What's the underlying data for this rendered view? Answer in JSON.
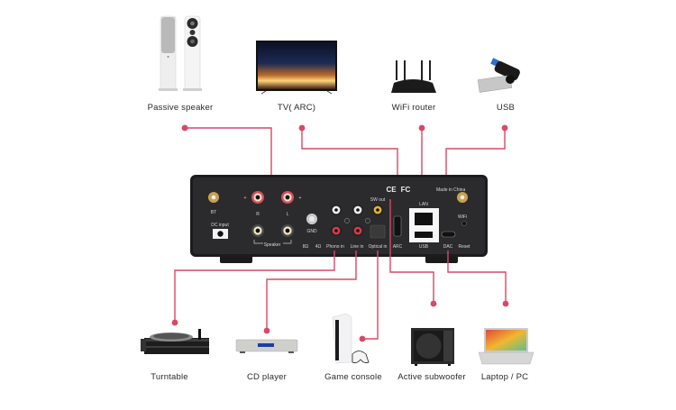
{
  "colors": {
    "connector": "#d94867",
    "device_body": "#1f1f21",
    "panel": "#2a2a2c"
  },
  "top_devices": [
    {
      "id": "passive-speaker",
      "label": "Passive speaker",
      "icon": "floor-speakers-icon"
    },
    {
      "id": "tv",
      "label": "TV( ARC)",
      "icon": "tv-icon"
    },
    {
      "id": "wifi-router",
      "label": "WiFi router",
      "icon": "router-icon"
    },
    {
      "id": "usb",
      "label": "USB",
      "icon": "usb-stick-icon"
    }
  ],
  "bottom_devices": [
    {
      "id": "turntable",
      "label": "Turntable",
      "icon": "turntable-icon"
    },
    {
      "id": "cd-player",
      "label": "CD player",
      "icon": "cd-player-icon"
    },
    {
      "id": "game-console",
      "label": "Game console",
      "icon": "game-console-icon"
    },
    {
      "id": "active-subwoofer",
      "label": "Active subwoofer",
      "icon": "subwoofer-icon"
    },
    {
      "id": "laptop",
      "label": "Laptop / PC",
      "icon": "laptop-icon"
    }
  ],
  "panel": {
    "bt": "BT",
    "wifi": "WiFi",
    "dc_input": "DC input",
    "speaker": "Speaker",
    "gnd": "GND",
    "ohm8": "8Ω",
    "ohm4": "4Ω",
    "phono_in": "Phono in",
    "line_in": "Line in",
    "optical_in": "Optical in",
    "sw_out": "SW out",
    "arc": "ARC",
    "lan": "LAN",
    "usb": "USB",
    "dac": "DAC",
    "reset": "Reset",
    "made_in": "Made in China",
    "ce": "CE",
    "fc": "FC",
    "r": "R",
    "l": "L",
    "plus": "+",
    "minus": "–"
  }
}
